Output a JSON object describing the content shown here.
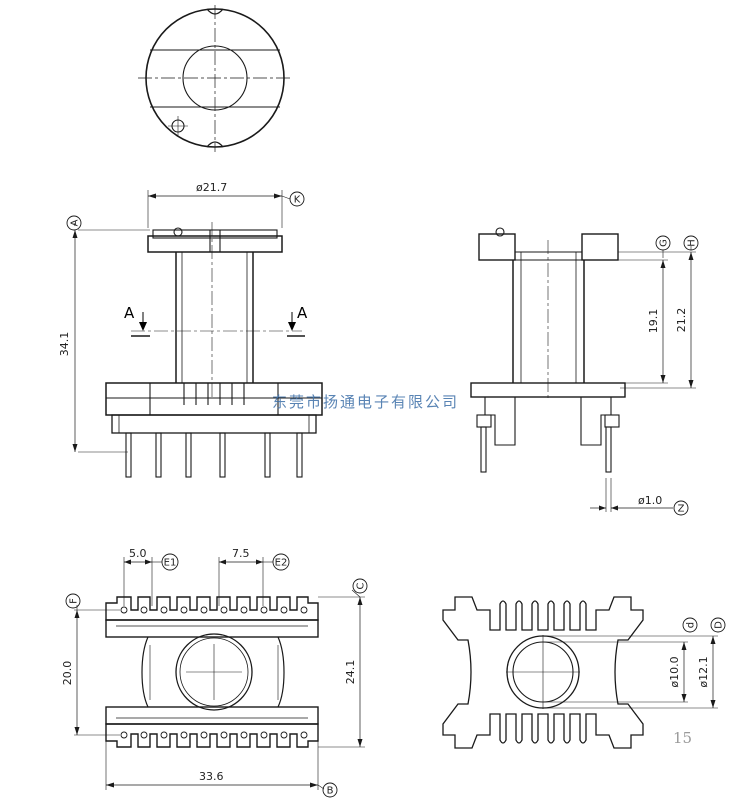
{
  "colors": {
    "line": "#1a1a1a",
    "watermark": "#3d6fa8",
    "page_number": "#9a9a9a"
  },
  "dimensions": {
    "flange_diameter": "ø21.7",
    "overall_height": "34.1",
    "height_g": "19.1",
    "height_h": "21.2",
    "pin_diameter": "ø1.0",
    "pin_pitch_e1": "5.0",
    "pin_pitch_e2": "7.5",
    "row_spacing": "20.0",
    "width_c": "24.1",
    "length_b": "33.6",
    "bore_diameter_d": "ø10.0",
    "outer_diameter_d": "ø12.1"
  },
  "callouts": {
    "A": "A",
    "K": "K",
    "G": "G",
    "H": "H",
    "Z": "Z",
    "E1": "E1",
    "E2": "E2",
    "F": "F",
    "C": "C",
    "B": "B",
    "d": "d",
    "D": "D"
  },
  "section_marks": {
    "left": "A",
    "right": "A"
  },
  "watermark": "东莞市扬通电子有限公司",
  "page_number": "15"
}
